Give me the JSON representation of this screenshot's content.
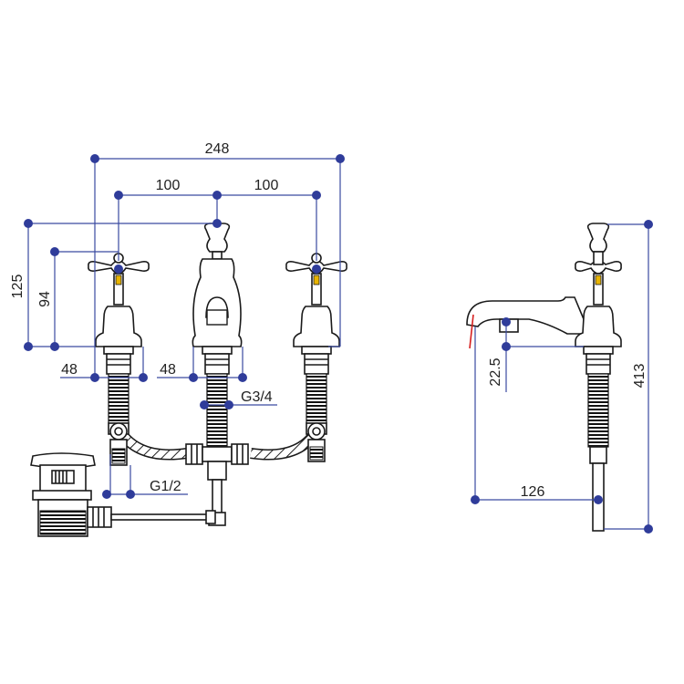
{
  "dimensions": {
    "overall_width": "248",
    "center_left": "100",
    "center_right": "100",
    "height_spout": "125",
    "height_handle": "94",
    "body_left": "48",
    "body_center": "48",
    "thread_center": "G3/4",
    "thread_side": "G1/2",
    "side_clearance": "22.5",
    "spout_reach": "126",
    "total_height": "413"
  },
  "colors": {
    "dimension_line": "#3a4aa0",
    "dimension_dot": "#2f3c9a",
    "outline": "#1a1a1a",
    "accent_red": "#d62020",
    "accent_yellow": "#e8b400"
  }
}
